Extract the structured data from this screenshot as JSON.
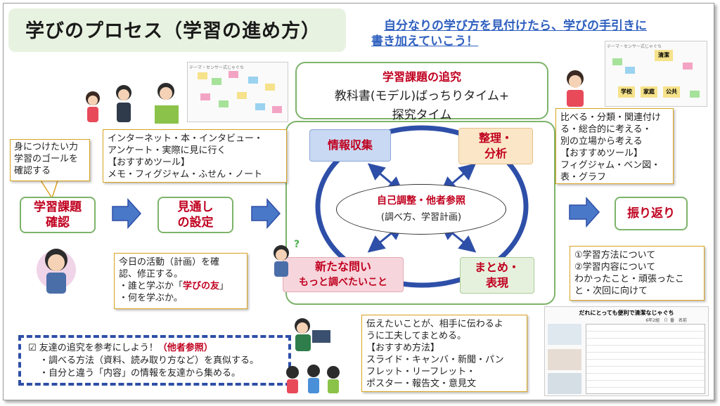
{
  "title": "学びのプロセス（学習の進め方）",
  "subtitle": {
    "line1": "自分なりの学び方を見付けたら、学びの手引きに",
    "line2": "書き加えていこう！"
  },
  "colors": {
    "red": "#c0001f",
    "green": "#7db36a",
    "blue": "#2e4fa8",
    "orange": "#d9a321"
  },
  "center_card": {
    "title": "学習課題の追究",
    "lines": [
      "教科書(モデル)ばっちりタイム+",
      "探究タイム"
    ]
  },
  "goal_note": {
    "lines": [
      "身につけたい力",
      "学習のゴールを",
      "確認する"
    ]
  },
  "steps": {
    "step1": [
      "学習課題",
      "確認"
    ],
    "step2": [
      "見通し",
      "の設定"
    ],
    "step3": "振り返り"
  },
  "cycle": {
    "info": "情報収集",
    "organize": [
      "整理・",
      "分析"
    ],
    "new_question": [
      "新たな問い",
      "もっと調べたいこと"
    ],
    "summary": [
      "まとめ・",
      "表現"
    ],
    "center_title": "自己調整・他者参照",
    "center_sub": "(調べ方、学習計画)"
  },
  "note_info": {
    "lines": [
      "インターネット・本・インタビュー・",
      "アンケート・実際に見に行く",
      "【おすすめツール】",
      "メモ・フィグジャム・ふせん・ノート"
    ]
  },
  "note_organize": {
    "lines": [
      "比べる・分類・関連付け",
      "る・総合的に考える・",
      "別の立場から考える",
      "【おすすめツール】",
      "フィグジャム・ベン図・",
      "表・グラフ"
    ]
  },
  "note_plan": {
    "lines": [
      "今日の活動（計画）を確",
      "認、修正する。"
    ],
    "bullet1_prefix": "・誰と学ぶか「",
    "bullet1_red": "学びの友",
    "bullet1_suffix": "」",
    "bullet2": "・何を学ぶか。"
  },
  "note_reflect": {
    "lines": [
      "①学習方法について",
      "②学習内容について",
      "わかったこと・頑張ったこ",
      "と・次回に向けて"
    ]
  },
  "note_summary": {
    "lines": [
      "伝えたいことが、相手に伝わるよ",
      "うに工夫してまとめる。",
      "【おすすめ方法】",
      "スライド・キャンバ・新聞・パン",
      "フレット・リーフレット・",
      "ポスター・報告文・意見文"
    ]
  },
  "peer_box": {
    "line1_prefix": "☑ 友達の追究を参考にしよう！",
    "line1_red": "（他者参照）",
    "line2": "・調べる方法（資料、読み取り方など）を真似する。",
    "line3": "・自分と違う「内容」の情報を友達から集める。"
  },
  "worksheet": {
    "title": "だれにとっても便利で清潔なじゃぐち",
    "meta": "6年2組　（）番　名前"
  },
  "board_thumb": {
    "header": "テーマ・センサー式じゃぐち",
    "cells": [
      "清潔",
      "学校",
      "家庭",
      "公共"
    ]
  }
}
